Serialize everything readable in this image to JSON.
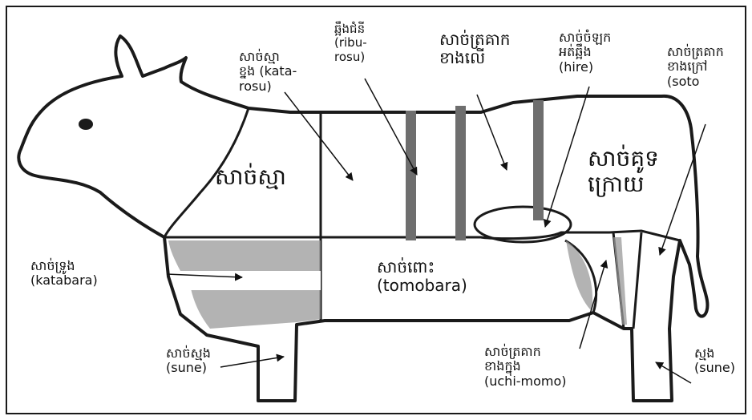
{
  "colors": {
    "outline": "#1a1a1a",
    "band": "#6e6e6e",
    "texture": "#9a9a9a",
    "background": "#ffffff"
  },
  "labels": {
    "kata_rosu": "សាច់ស្មា\nខ្នង (kata-\nrosu)",
    "ribu_rosu": "ឆ្អឹងជំនី\n(ribu-\nrosu)",
    "upper_rump": "សាច់ត្រគាក\nខាងលើ",
    "hire": "សាច់ចំឡក\nអត់ឆ្អឹង\n(hire)",
    "soto": "សាច់ត្រគាក\nខាងក្រៅ\n(soto",
    "shoulder": "សាច់ស្មា",
    "rear": "សាច់គូទ\nក្រោយ",
    "katabara": "សាច់ទ្រូង\n(katabara)",
    "tomobara": "សាច់ពោះ\n(tomobara)",
    "uchi_momo": "សាច់ត្រគាក\nខាងក្នុង\n(uchi-momo)",
    "sune_front": "សាច់ស្មង\n(sune)",
    "sune_rear": "ស្មង\n (sune)"
  }
}
